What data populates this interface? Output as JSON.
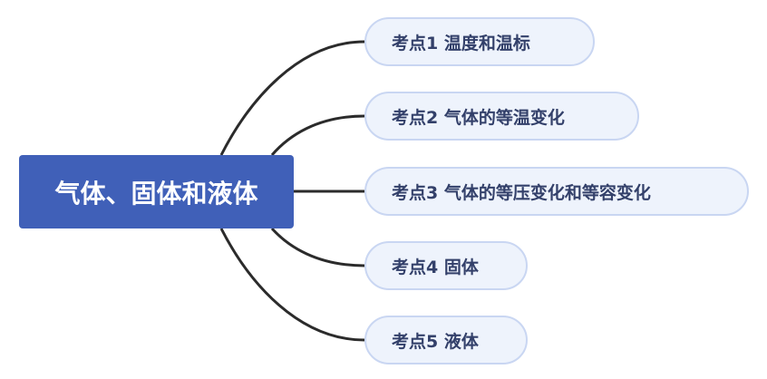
{
  "root": {
    "label": "气体、固体和液体"
  },
  "topics": [
    {
      "label": "考点1 温度和温标"
    },
    {
      "label": "考点2 气体的等温变化"
    },
    {
      "label": "考点3 气体的等压变化和等容变化"
    },
    {
      "label": "考点4 固体"
    },
    {
      "label": "考点5 液体"
    }
  ],
  "colors": {
    "root_fill": "#4060b8",
    "topic_fill": "#eef3fc",
    "topic_border": "#c9d6f2",
    "topic_text": "#33406a",
    "connector": "#2b2b2b"
  }
}
